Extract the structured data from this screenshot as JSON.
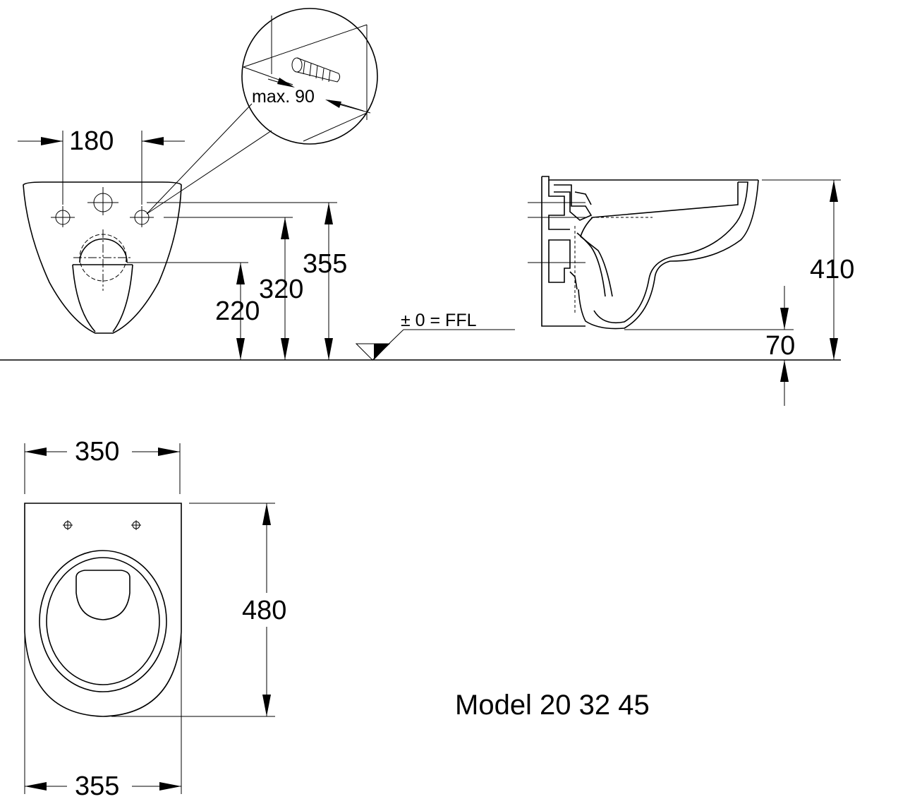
{
  "front_view": {
    "fixing_spacing": "180",
    "height_fixing_bolts": "355",
    "height_drain": "320",
    "height_bowl_bottom": "220"
  },
  "detail": {
    "bolt_projection": "max. 90"
  },
  "floor_level": {
    "label": "± 0 = FFL"
  },
  "side_view": {
    "overall_height": "410",
    "floor_clearance": "70"
  },
  "top_view": {
    "top_width": "350",
    "depth": "480",
    "bottom_width": "355"
  },
  "model_label": "Model 20 32 45"
}
